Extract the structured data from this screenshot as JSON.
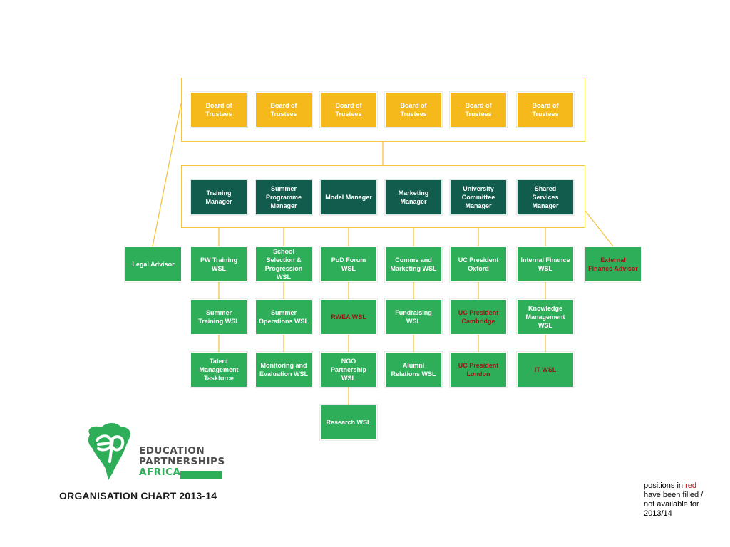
{
  "title": "ORGANISATION CHART 2013-14",
  "logo": {
    "line1": "EDUCATION",
    "line2": "PARTNERSHIPS",
    "line3": "AFRICA"
  },
  "note": {
    "before": "positions in ",
    "highlight": "red",
    "after": "have been filled / not available for 2013/14"
  },
  "colors": {
    "board": "#f5b91c",
    "manager": "#115c4d",
    "wsl": "#2fae5a",
    "frame": "#f4c542",
    "vacant_text": "#a01414"
  },
  "board": [
    {
      "id": "b1",
      "label": "Board of Trustees"
    },
    {
      "id": "b2",
      "label": "Board of Trustees"
    },
    {
      "id": "b3",
      "label": "Board of Trustees"
    },
    {
      "id": "b4",
      "label": "Board of Trustees"
    },
    {
      "id": "b5",
      "label": "Board of Trustees"
    },
    {
      "id": "b6",
      "label": "Board of Trustees"
    }
  ],
  "managers": [
    {
      "id": "m1",
      "label": "Training Manager"
    },
    {
      "id": "m2",
      "label": "Summer Programme Manager"
    },
    {
      "id": "m3",
      "label": "Model Manager"
    },
    {
      "id": "m4",
      "label": "Marketing Manager"
    },
    {
      "id": "m5",
      "label": "University Committee Manager"
    },
    {
      "id": "m6",
      "label": "Shared Services Manager"
    }
  ],
  "advisors": [
    {
      "id": "adv_legal",
      "label": "Legal Advisor",
      "vacant": false
    },
    {
      "id": "adv_finance",
      "label": "External Finance Advisor",
      "vacant": true
    }
  ],
  "columns": [
    [
      {
        "id": "c1r1",
        "label": "PW Training WSL",
        "vacant": false
      },
      {
        "id": "c1r2",
        "label": "Summer Training WSL",
        "vacant": false
      },
      {
        "id": "c1r3",
        "label": "Talent Management Taskforce",
        "vacant": false
      }
    ],
    [
      {
        "id": "c2r1",
        "label": "School Selection & Progression WSL",
        "vacant": false
      },
      {
        "id": "c2r2",
        "label": "Summer Operations WSL",
        "vacant": false
      },
      {
        "id": "c2r3",
        "label": "Monitoring and Evaluation WSL",
        "vacant": false
      }
    ],
    [
      {
        "id": "c3r1",
        "label": "PoD Forum WSL",
        "vacant": false
      },
      {
        "id": "c3r2",
        "label": "RWEA WSL",
        "vacant": true
      },
      {
        "id": "c3r3",
        "label": "NGO Partnership WSL",
        "vacant": false
      },
      {
        "id": "c3r4",
        "label": "Research WSL",
        "vacant": false
      }
    ],
    [
      {
        "id": "c4r1",
        "label": "Comms and Marketing WSL",
        "vacant": false
      },
      {
        "id": "c4r2",
        "label": "Fundraising WSL",
        "vacant": false
      },
      {
        "id": "c4r3",
        "label": "Alumni Relations WSL",
        "vacant": false
      }
    ],
    [
      {
        "id": "c5r1",
        "label": "UC President Oxford",
        "vacant": false
      },
      {
        "id": "c5r2",
        "label": "UC President Cambridge",
        "vacant": true
      },
      {
        "id": "c5r3",
        "label": "UC President London",
        "vacant": true
      }
    ],
    [
      {
        "id": "c6r1",
        "label": "Internal Finance WSL",
        "vacant": false
      },
      {
        "id": "c6r2",
        "label": "Knowledge Management WSL",
        "vacant": false
      },
      {
        "id": "c6r3",
        "label": "IT WSL",
        "vacant": true
      }
    ]
  ]
}
